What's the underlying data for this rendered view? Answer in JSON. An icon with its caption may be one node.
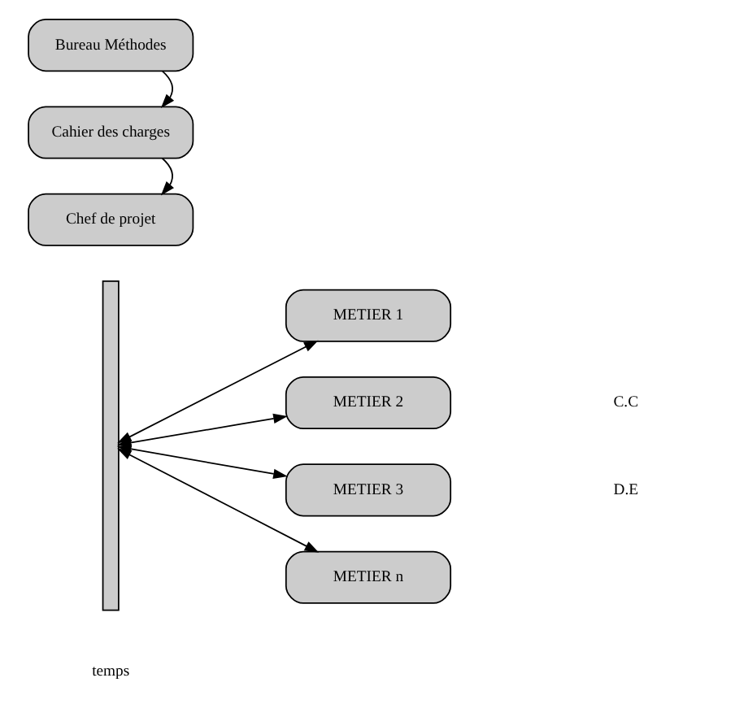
{
  "diagram": {
    "nodes": [
      {
        "text": [
          "Bureau Méthodes"
        ]
      },
      {
        "text": [
          "Cahier des charges"
        ]
      },
      {
        "text": [
          "Chef de projet"
        ]
      },
      {
        "text": [],
        "shape": "bar"
      },
      {
        "text": [
          "METIER 1"
        ]
      },
      {
        "text": [
          "METIER 2"
        ]
      },
      {
        "text": [
          "METIER 3"
        ]
      },
      {
        "text": [
          "METIER n"
        ]
      }
    ],
    "edges": [
      {
        "from": 0,
        "to": 1,
        "arrow": "to"
      },
      {
        "from": 1,
        "to": 2,
        "arrow": "to"
      },
      {
        "from": 3,
        "to": 4,
        "arrow": "both"
      },
      {
        "from": 3,
        "to": 5,
        "arrow": "both"
      },
      {
        "from": 3,
        "to": 6,
        "arrow": "both"
      },
      {
        "from": 3,
        "to": 7,
        "arrow": "both"
      }
    ],
    "labels": [
      "C.C",
      "D.E",
      "temps"
    ]
  }
}
